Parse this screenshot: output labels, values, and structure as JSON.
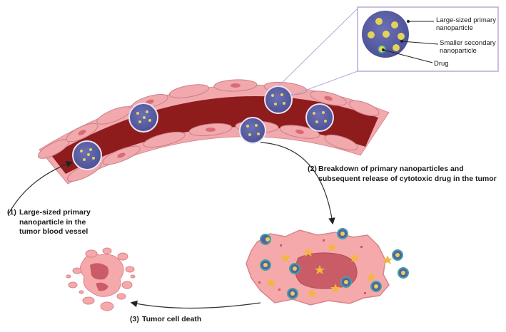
{
  "labels": {
    "step1_number": "(1)",
    "step1_text": "Large-sized primary nanoparticle in the tumor blood vessel",
    "step2_number": "(2)",
    "step2_text": "Breakdown of primary nanoparticles and subsequent release of cytotoxic drug in the tumor",
    "step3_number": "(3)",
    "step3_text": "Tumor cell death"
  },
  "inset": {
    "primary": "Large-sized primary nanoparticle",
    "secondary": "Smaller secondary nanoparticle",
    "drug": "Drug"
  },
  "colors": {
    "vessel_lumen": "#8e1c1c",
    "endothelial_cell": "#f2a9ad",
    "endothelial_nucleus": "#d96b74",
    "nanoparticle": "#5b5fa3",
    "secondary_particle": "#e3d35a",
    "tumor_cell": "#f6a9ab",
    "tumor_nucleus": "#c95c67",
    "drug_star": "#f4b63c",
    "inset_border": "#b8a9d9"
  }
}
